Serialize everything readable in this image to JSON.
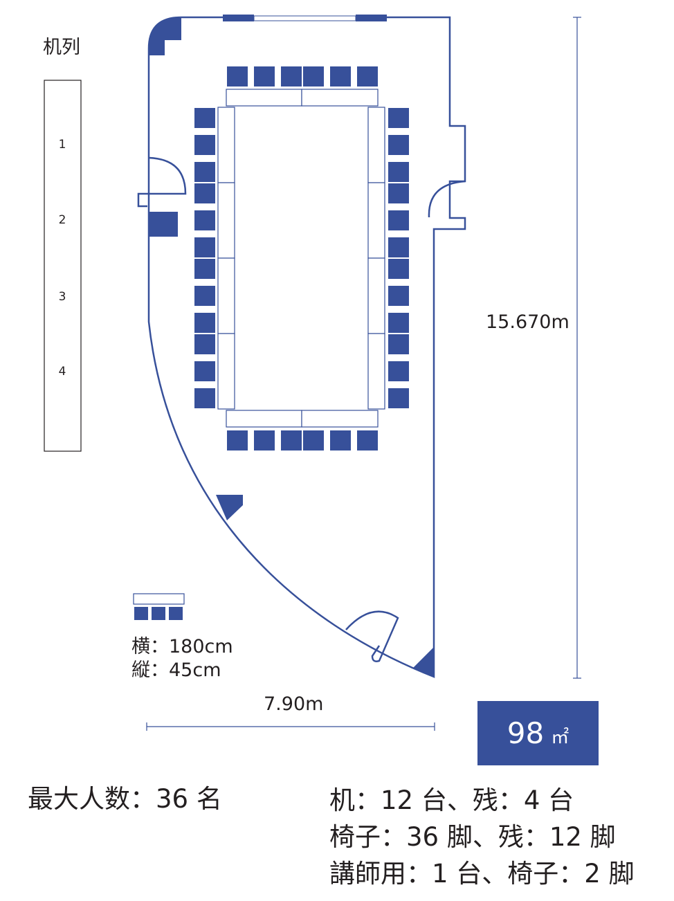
{
  "desk_column_label": "机列",
  "desk_rows": [
    "1",
    "2",
    "3",
    "4"
  ],
  "dimensions": {
    "height": "15.670m",
    "width": "7.90m"
  },
  "legend": {
    "width_line": "横：180cm",
    "depth_line": "縦：45cm"
  },
  "area": {
    "value": "98",
    "unit": "㎡"
  },
  "capacity": "最大人数：36 名",
  "equipment": [
    "机：12 台、残：4 台",
    "椅子：36 脚、残：12 脚",
    "講師用：1 台、椅子：2 脚"
  ],
  "colors": {
    "primary": "#37509a",
    "text": "#231f20",
    "background": "#ffffff"
  }
}
